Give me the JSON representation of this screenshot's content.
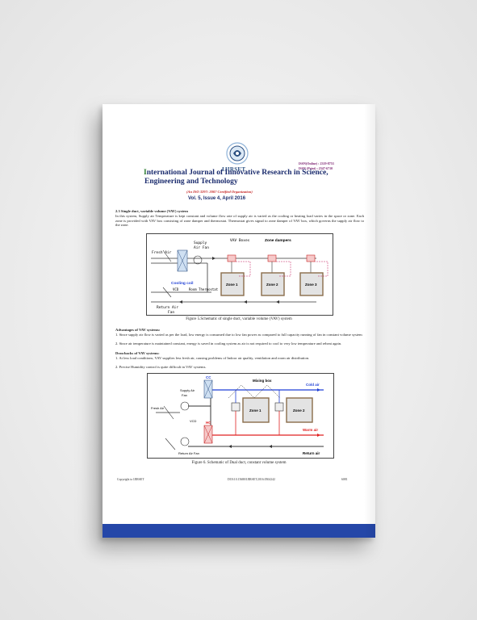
{
  "header": {
    "logo_text": "IJIRSET",
    "issn_online": "ISSN(Online) : 2319-8753",
    "issn_print": "ISSN (Print) : 2347-6710",
    "journal_part1": "I",
    "journal_line1": "nternational Journal of Innovative Research in Science,",
    "journal_line2": "Engineering and Technology",
    "certification": "(An ISO 3297: 2007 Certified Organization)",
    "volume": "Vol. 5, Issue 4, April 2016"
  },
  "section": {
    "heading": "2.3 Single duct, variable volume (VAV) system",
    "paragraph": "In this system, Supply air Temperature is kept constant and volume flow rate of supply air is varied as the cooling or heating load varies in the space or zone. Each zone is provided with VAV box consisting of zone damper and thermostat. Thermostat gives signal to zone damper of VAV box, which governs the supply air flow to the zone."
  },
  "figure5": {
    "labels": {
      "fresh_air": "Fresh Air",
      "supply_fan": "Supply",
      "supply_fan2": "Air Fan",
      "vav_boxes": "VAV Boxes",
      "zone_dampers": "Zone dampers",
      "cooling_coil": "Cooling coil",
      "vcd": "VCD",
      "room_thermostat": "Room Thermostat",
      "zone1": "Zone 1",
      "zone2": "Zone 2",
      "zone3": "Zone 3",
      "return_air": "Return Air",
      "fan": "Fan"
    },
    "caption": "Figure 5.Schematic of single duct, variable volume (VAV) system"
  },
  "advantages": {
    "heading": "Advantages of VAV systems:",
    "items": [
      "1.    Since supply air flow is varied as per the load, low energy is consumed due to low fan power as compared to full capacity running of fan in constant volume system",
      "2.    Since air temperature is maintained constant, energy is saved in cooling system as air is not required to cool to very low temperature and reheat again."
    ]
  },
  "drawbacks": {
    "heading": "Drawbacks of VAV systems:",
    "items": [
      "1.    At less load conditions, VAV supplies less fresh air, causing problems of Indoor air quality, ventilation and room air distribution.",
      "2.    Precise Humidity control is quite difficult in VAV systems."
    ]
  },
  "figure6": {
    "labels": {
      "cc": "CC",
      "hc": "HC",
      "supply_air_fan": "Supply Air",
      "fan": "Fan",
      "fresh_air": "Fresh Air",
      "vcd": "VCD",
      "mixing_box": "Mixing box",
      "cold_air": "Cold air",
      "warm_air": "Warm air",
      "zone1": "Zone 1",
      "zone2": "Zone 2",
      "return_air_fan": "Return Air Fan",
      "return_air": "Return air"
    },
    "caption": "Figure 6. Schematic of Dual duct, constant volume system"
  },
  "footer": {
    "copyright": "Copyright to IJIRSET",
    "doi": "DOI:10.15680/IJIRSET.2016.0504242",
    "page": "6081"
  },
  "colors": {
    "band": "#2547a8",
    "journal_title": "#1b2c6e",
    "cold_duct": "#1f3fd6",
    "warm_duct": "#e02020"
  }
}
